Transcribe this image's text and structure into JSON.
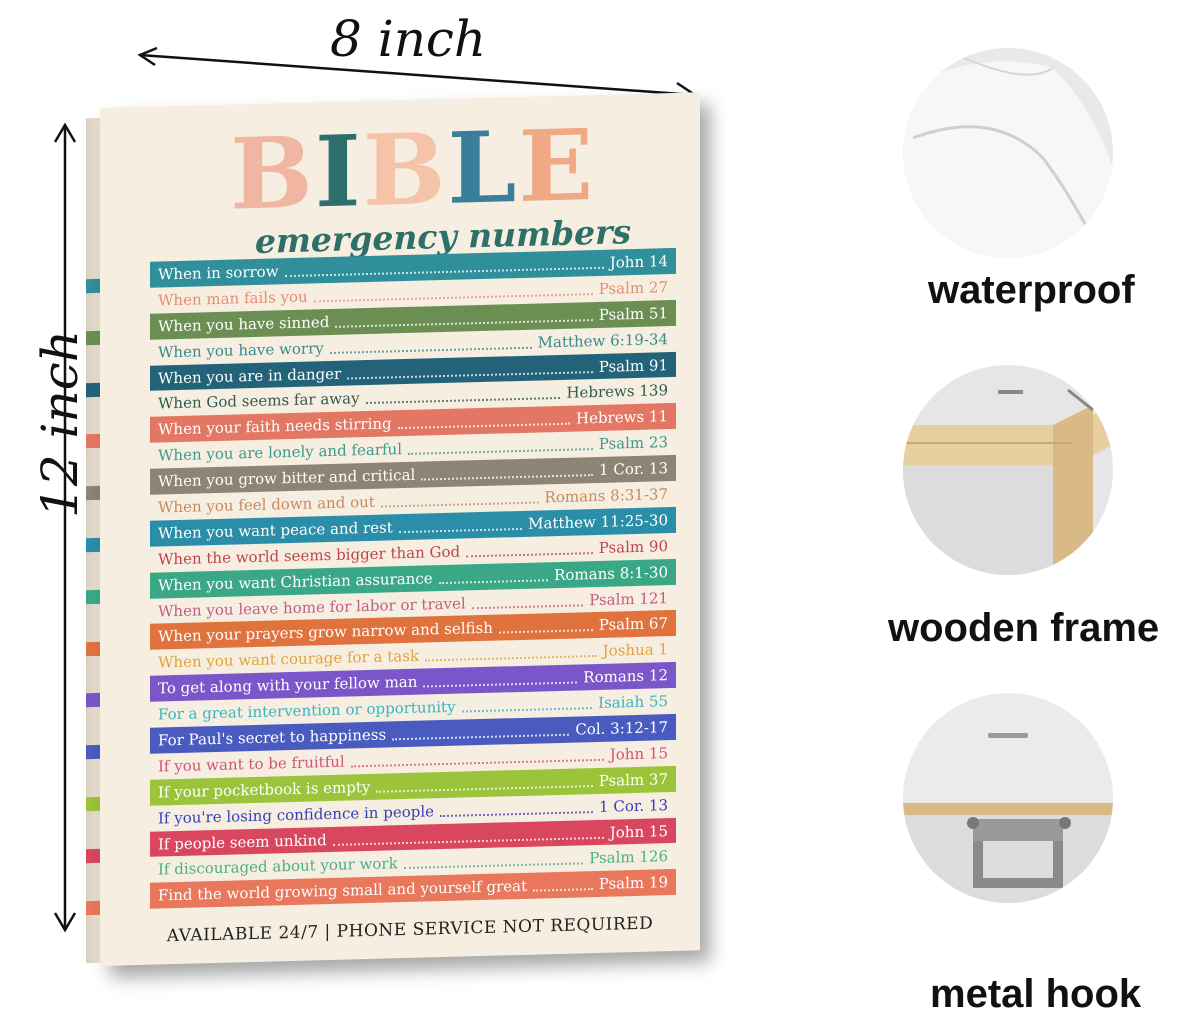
{
  "dimensions": {
    "width_label": "8 inch",
    "height_label": "12 inch"
  },
  "poster": {
    "title_letters": [
      {
        "char": "B",
        "color": "#f1b6a2"
      },
      {
        "char": "I",
        "color": "#2e6f6b"
      },
      {
        "char": "B",
        "color": "#f5c4a8"
      },
      {
        "char": "L",
        "color": "#3a7f9a"
      },
      {
        "char": "E",
        "color": "#f0a984"
      }
    ],
    "subtitle": "emergency numbers",
    "rows": [
      {
        "text": "When in sorrow",
        "ref": "John 14",
        "color": "#2f8f9b",
        "filled": true
      },
      {
        "text": "When man fails you",
        "ref": "Psalm 27",
        "color": "#e48f74",
        "filled": false
      },
      {
        "text": "When you have sinned",
        "ref": "Psalm 51",
        "color": "#6b8f52",
        "filled": true
      },
      {
        "text": "When you have worry",
        "ref": "Matthew 6:19-34",
        "color": "#3a8a8f",
        "filled": false
      },
      {
        "text": "When you are in danger",
        "ref": "Psalm 91",
        "color": "#23637a",
        "filled": true
      },
      {
        "text": "When God seems far away",
        "ref": "Hebrews 139",
        "color": "#2f5c4f",
        "filled": false
      },
      {
        "text": "When your faith needs stirring",
        "ref": "Hebrews 11",
        "color": "#e37763",
        "filled": true
      },
      {
        "text": "When you are lonely and fearful",
        "ref": "Psalm 23",
        "color": "#3d9a8e",
        "filled": false
      },
      {
        "text": "When you grow bitter and critical",
        "ref": "1 Cor. 13",
        "color": "#8e8475",
        "filled": true
      },
      {
        "text": "When you feel down and out",
        "ref": "Romans 8:31-37",
        "color": "#c98a5e",
        "filled": false
      },
      {
        "text": "When you want peace and rest",
        "ref": "Matthew 11:25-30",
        "color": "#2a8ea8",
        "filled": true
      },
      {
        "text": "When the world seems bigger than God",
        "ref": "Psalm 90",
        "color": "#c0444d",
        "filled": false
      },
      {
        "text": "When you want Christian assurance",
        "ref": "Romans 8:1-30",
        "color": "#3aa886",
        "filled": true
      },
      {
        "text": "When you leave home for labor or travel",
        "ref": "Psalm 121",
        "color": "#c25e84",
        "filled": false
      },
      {
        "text": "When your prayers grow narrow and selfish",
        "ref": "Psalm 67",
        "color": "#e0723e",
        "filled": true
      },
      {
        "text": "When you want courage for a task",
        "ref": "Joshua 1",
        "color": "#e0a43a",
        "filled": false
      },
      {
        "text": "To get along with your fellow man",
        "ref": "Romans 12",
        "color": "#7a56c9",
        "filled": true
      },
      {
        "text": "For a great intervention or opportunity",
        "ref": "Isaiah 55",
        "color": "#35b7c4",
        "filled": false
      },
      {
        "text": "For Paul's secret to happiness",
        "ref": "Col. 3:12-17",
        "color": "#4a5bc0",
        "filled": true
      },
      {
        "text": "If you want to be fruitful",
        "ref": "John 15",
        "color": "#d2537d",
        "filled": false
      },
      {
        "text": "If your pocketbook is empty",
        "ref": "Psalm 37",
        "color": "#9cc43a",
        "filled": true
      },
      {
        "text": "If you're losing confidence in people",
        "ref": "1 Cor. 13",
        "color": "#3740b8",
        "filled": false
      },
      {
        "text": "If people seem unkind",
        "ref": "John 15",
        "color": "#d9475f",
        "filled": true
      },
      {
        "text": "If discouraged about your work",
        "ref": "Psalm 126",
        "color": "#4caf84",
        "filled": false
      },
      {
        "text": "Find the world growing small and yourself great",
        "ref": "Psalm 19",
        "color": "#e8775c",
        "filled": true
      }
    ],
    "footer": "AVAILABLE 24/7 | PHONE SERVICE NOT REQUIRED"
  },
  "features": [
    {
      "label": "waterproof",
      "icon": "fabric-icon"
    },
    {
      "label": "wooden frame",
      "icon": "frame-corner-icon"
    },
    {
      "label": "metal hook",
      "icon": "hook-icon"
    }
  ]
}
